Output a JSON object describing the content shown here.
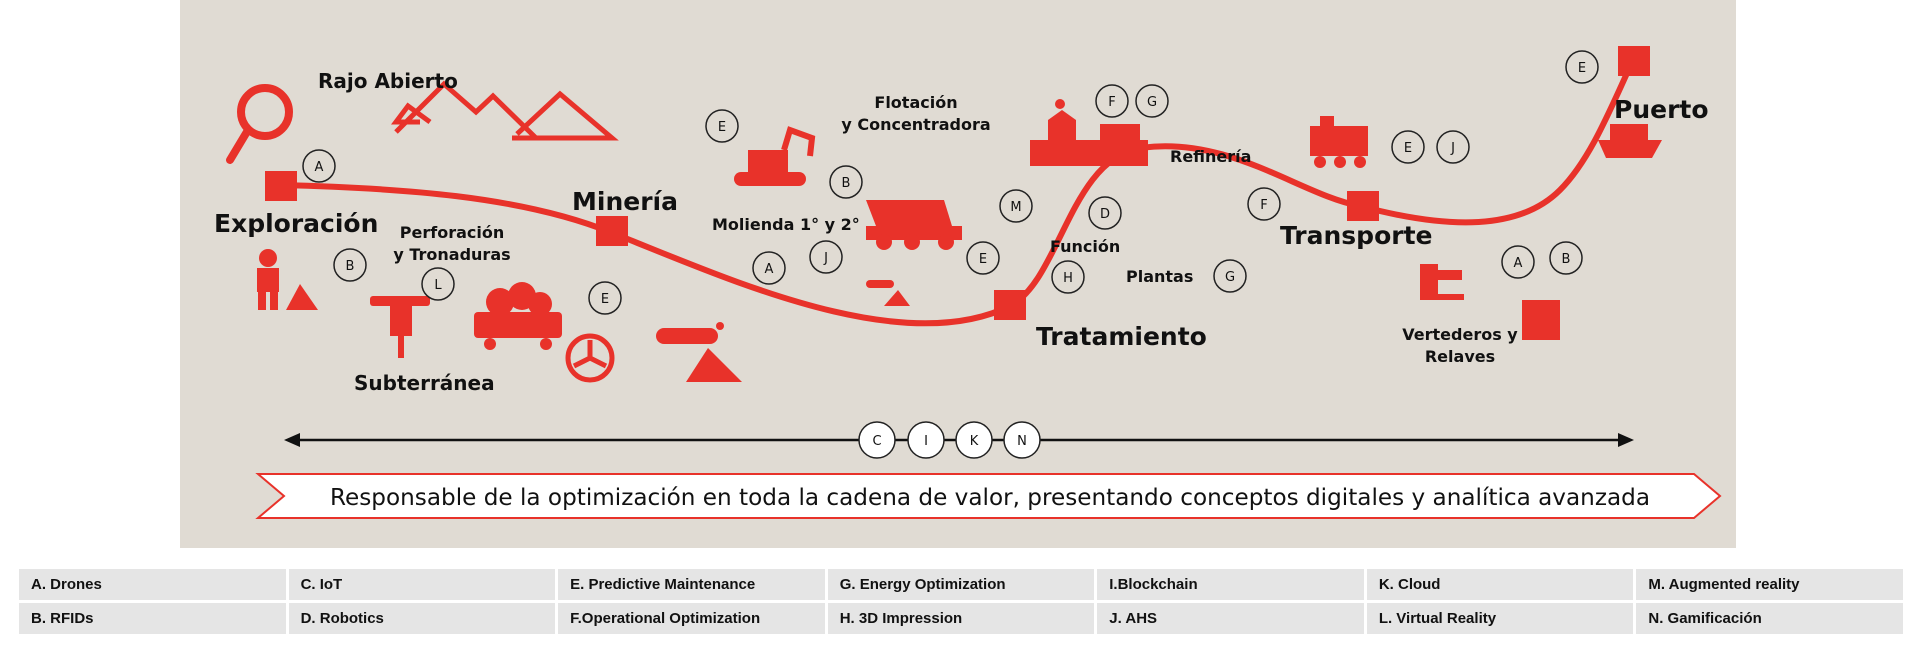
{
  "stages": {
    "exploracion": "Exploración",
    "mineria": "Minería",
    "tratamiento": "Tratamiento",
    "transporte": "Transporte",
    "puerto": "Puerto"
  },
  "sublabels": {
    "rajo_abierto": "Rajo Abierto",
    "perforacion_1": "Perforación",
    "perforacion_2": "y Tronaduras",
    "subterranea": "Subterránea",
    "molienda": "Molienda 1° y 2°",
    "flotacion_1": "Flotación",
    "flotacion_2": "y Concentradora",
    "refineria": "Refinería",
    "funcion": "Función",
    "plantas": "Plantas",
    "vertederos_1": "Vertederos y",
    "vertederos_2": "Relaves"
  },
  "markers": {
    "m1": "A",
    "m2": "B",
    "m3": "L",
    "m4": "E",
    "m5": "E",
    "m6": "B",
    "m7": "A",
    "m8": "J",
    "m9": "E",
    "m10": "M",
    "m11": "D",
    "m12": "H",
    "m13": "G",
    "m14": "F",
    "m15": "G",
    "m16": "F",
    "m17": "E",
    "m18": "J",
    "m19": "A",
    "m20": "B",
    "m21": "E"
  },
  "timeline": {
    "t1": "C",
    "t2": "I",
    "t3": "K",
    "t4": "N"
  },
  "banner": "Responsable de la optimización en toda la cadena de valor, presentando conceptos digitales y analítica avanzada",
  "legend": {
    "row1": [
      "A. Drones",
      "C. IoT",
      "E. Predictive Maintenance",
      "G. Energy Optimization",
      "I.Blockchain",
      "K. Cloud",
      "M. Augmented reality"
    ],
    "row2": [
      "B. RFIDs",
      "D. Robotics",
      "F.Operational Optimization",
      "H. 3D Impression",
      "J. AHS",
      "L.  Virtual Reality",
      "N. Gamificación"
    ]
  },
  "colors": {
    "accent": "#e8322a",
    "background": "#e0dbd3",
    "legend_cell": "#e5e5e5"
  }
}
